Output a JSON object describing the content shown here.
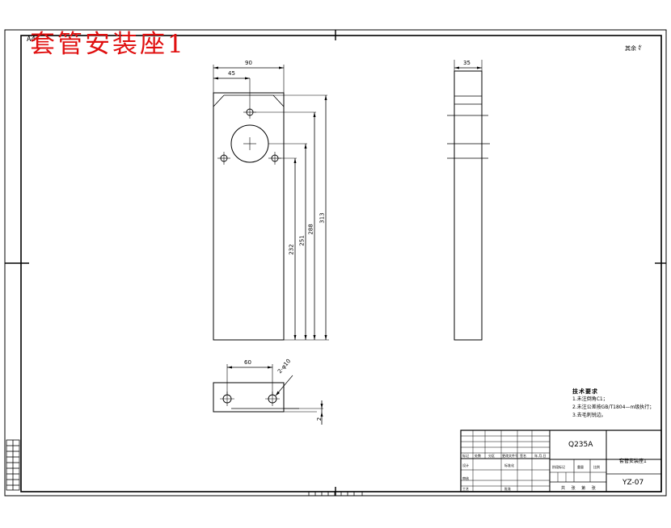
{
  "title_overlay": "套管安装座1",
  "sheet_size": "A4",
  "corner_note": "其余 ∜",
  "dimensions": {
    "front_width": "90",
    "front_half_width": "45",
    "side_width": "35",
    "h232": "232",
    "h251": "251",
    "h288": "288",
    "h313": "313",
    "top_width": "60",
    "hole_callout": "2-φ10",
    "thickness": "2"
  },
  "technical_requirements": {
    "title": "技术要求",
    "items": [
      "1.未注倒角C1；",
      "2.未注公差按GB/T1804—m级执行；",
      "3.去毛刺锐边。"
    ]
  },
  "title_block": {
    "material": "Q235A",
    "part_name": "套管安装座1",
    "drawing_number": "YZ-07",
    "row_labels": {
      "mark": "标记",
      "count": "处数",
      "zone": "分区",
      "change_doc": "更改文件号",
      "signature": "签名",
      "date": "年.月.日",
      "designer": "设计",
      "standardization": "标准化",
      "review": "审核",
      "process": "工艺",
      "approve": "批准",
      "stage_mark": "阶段标记",
      "weight": "重量",
      "scale": "比例",
      "sheets": "共 张 第 张"
    }
  }
}
